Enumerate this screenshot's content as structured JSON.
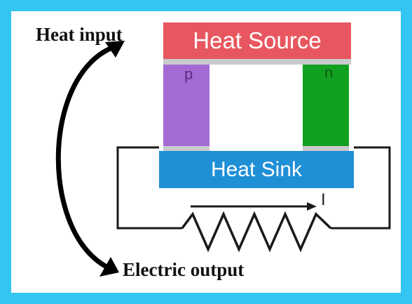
{
  "labels": {
    "heat_input": "Heat input",
    "heat_source": "Heat Source",
    "heat_sink": "Heat Sink",
    "p_leg": "p",
    "n_leg": "n",
    "current": "I",
    "electric_output": "Electric output"
  },
  "colors": {
    "frame": "#34c6f2",
    "heat_source": "#e8575f",
    "heat_sink": "#1f8fd6",
    "p_type": "#a36ad4",
    "n_type": "#12a021",
    "hole_carrier": "#ff9a1a",
    "electron_carrier": "#1e1e1e",
    "wire": "#1a1a1a"
  },
  "icons": {
    "hole": "hole-carrier-icon",
    "electron": "electron-carrier-icon",
    "resistor": "resistor-icon",
    "flow_arrow": "curved-arrow-icon"
  }
}
